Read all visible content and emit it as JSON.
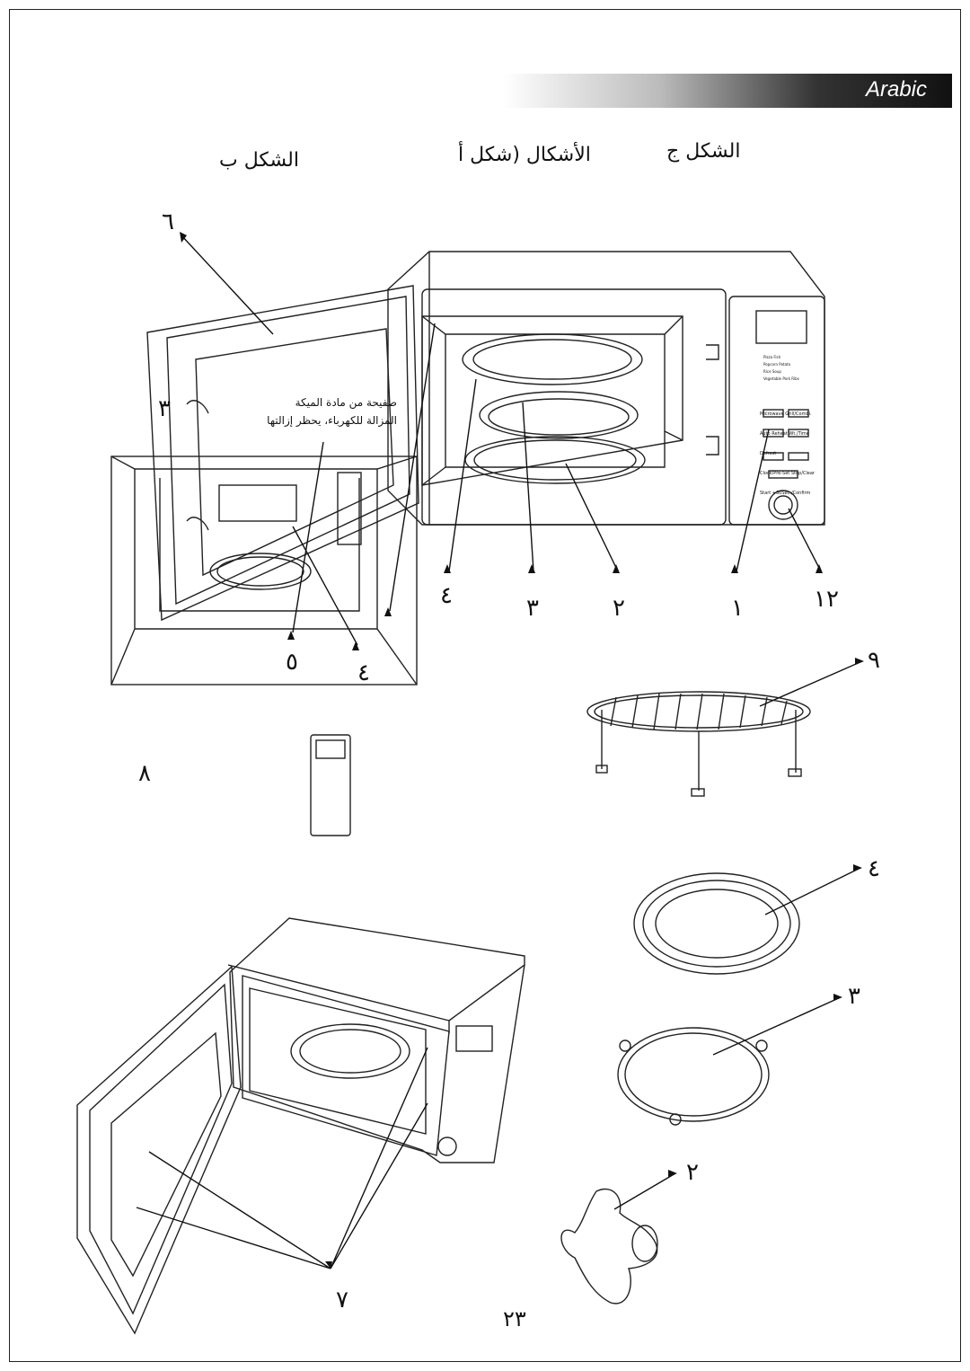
{
  "header": {
    "language_label": "Arabic"
  },
  "figures": {
    "fig_b": "الشكل ب",
    "fig_a": "الأشكال (شكل أ",
    "fig_c": "الشكل ج"
  },
  "note": {
    "line1": "صفيحة من مادة الميكة",
    "line2": "المزالة للكهرباء، يحظر إزالتها"
  },
  "callouts": {
    "n6": "٦",
    "n3_left": "٣",
    "n5": "٥",
    "n4_left": "٤",
    "n4_main": "٤",
    "n3_main": "٣",
    "n2_main": "٢",
    "n1_main": "١",
    "n12": "١٢",
    "n9": "٩",
    "n8": "٨",
    "n4_plate": "٤",
    "n3_ring": "٣",
    "n2_coupler": "٢",
    "n7": "٧"
  },
  "control_panel": {
    "buttons": [
      "Microwave",
      "Grill/Combi.",
      "Auto Reheat",
      "Wt./Time Defrost",
      "Clock/Pre-Set",
      "Stop/Clear",
      "Start +30Sec./Confirm"
    ],
    "quick_labels": [
      "Pizza",
      "Fish",
      "Popcorn",
      "Potato",
      "Rice",
      "Soup",
      "Vegetable",
      "Pork Ribs"
    ]
  },
  "page_number": "٢٣"
}
